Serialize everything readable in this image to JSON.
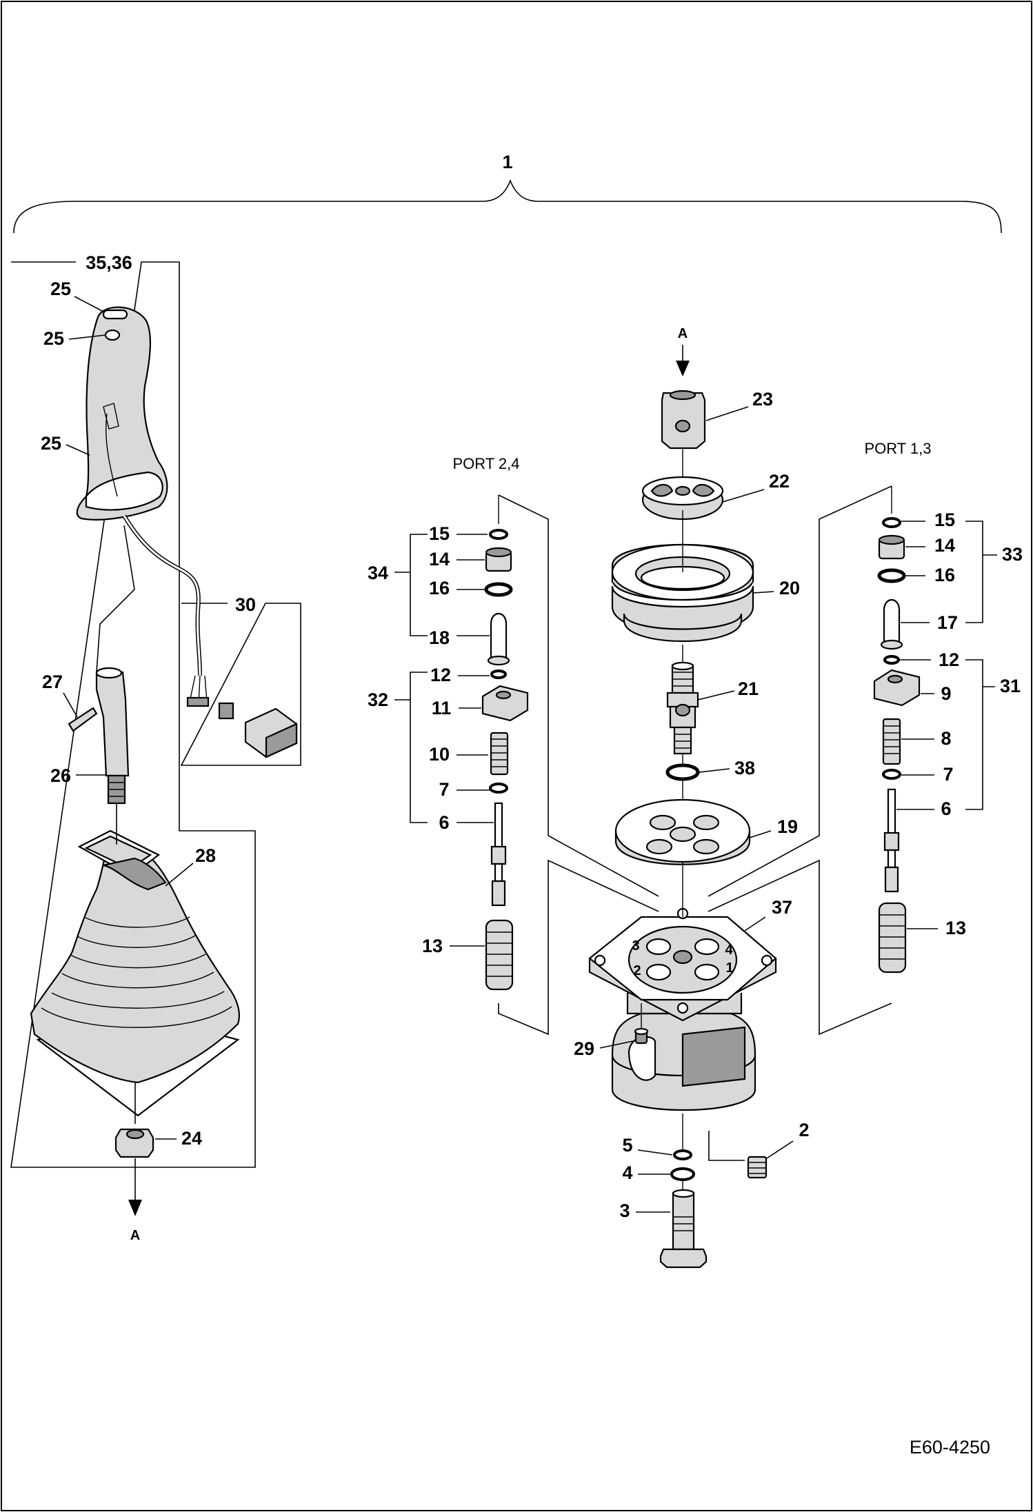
{
  "figure_code": "E60-4250",
  "assembly_label": "1",
  "port_labels": {
    "left": "PORT 2,4",
    "right": "PORT 1,3"
  },
  "flow_marks": {
    "top": "A",
    "bottom": "A"
  },
  "hole_labels": [
    "3",
    "4",
    "2",
    "1"
  ],
  "callouts": {
    "c1": "1",
    "c2": "2",
    "c3": "3",
    "c4": "4",
    "c5": "5",
    "c6a": "6",
    "c6b": "6",
    "c7a": "7",
    "c7b": "7",
    "c8": "8",
    "c9": "9",
    "c10": "10",
    "c11": "11",
    "c12a": "12",
    "c12b": "12",
    "c13a": "13",
    "c13b": "13",
    "c14a": "14",
    "c14b": "14",
    "c15a": "15",
    "c15b": "15",
    "c16a": "16",
    "c16b": "16",
    "c17": "17",
    "c18": "18",
    "c19": "19",
    "c20": "20",
    "c21": "21",
    "c22": "22",
    "c23": "23",
    "c24": "24",
    "c25a": "25",
    "c25b": "25",
    "c25c": "25",
    "c26": "26",
    "c27": "27",
    "c28": "28",
    "c29": "29",
    "c30": "30",
    "c31": "31",
    "c32": "32",
    "c33": "33",
    "c34": "34",
    "c3536": "35,36",
    "c37": "37",
    "c38": "38"
  }
}
